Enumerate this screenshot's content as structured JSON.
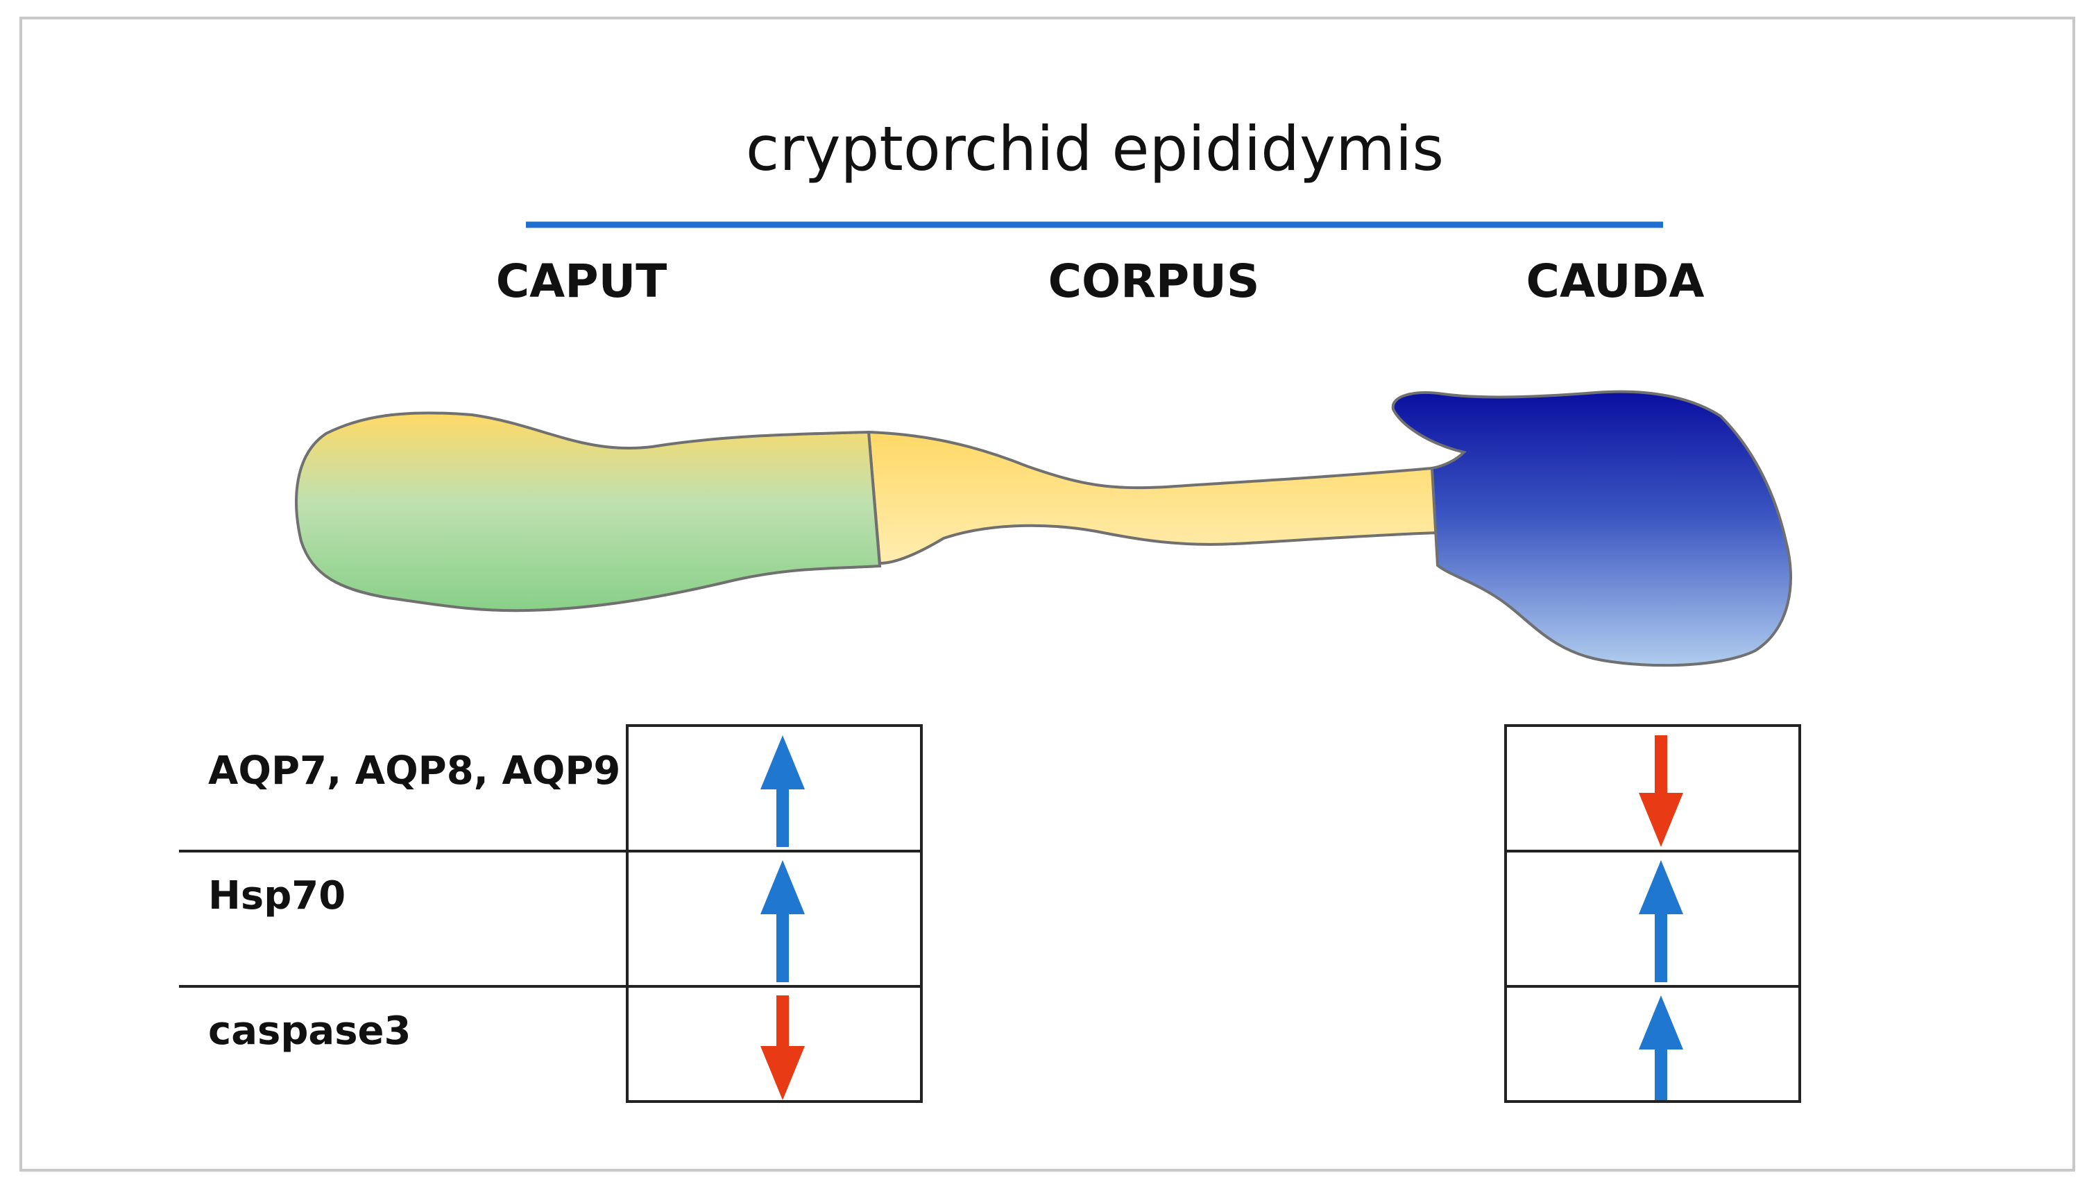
{
  "title": "cryptorchid epididymis",
  "regions": [
    {
      "key": "caput",
      "label": "CAPUT"
    },
    {
      "key": "corpus",
      "label": "CORPUS"
    },
    {
      "key": "cauda",
      "label": "CAUDA"
    }
  ],
  "colors": {
    "title_rule": "#1F6FD0",
    "caput_top": "#FFD966",
    "caput_bottom": "#88D088",
    "corpus_top": "#FFD966",
    "corpus_bottom": "#FFEDB0",
    "cauda_top": "#0A0FA0",
    "cauda_bottom": "#B0CCEE",
    "arrow_up": "#1F77D0",
    "arrow_down": "#E83A14"
  },
  "table": {
    "rows": [
      {
        "label": "AQP7, AQP8, AQP9",
        "caput": "up",
        "cauda": "down"
      },
      {
        "label": "Hsp70",
        "caput": "up",
        "cauda": "up"
      },
      {
        "label": "caspase3",
        "caput": "down",
        "cauda": "up"
      }
    ]
  }
}
